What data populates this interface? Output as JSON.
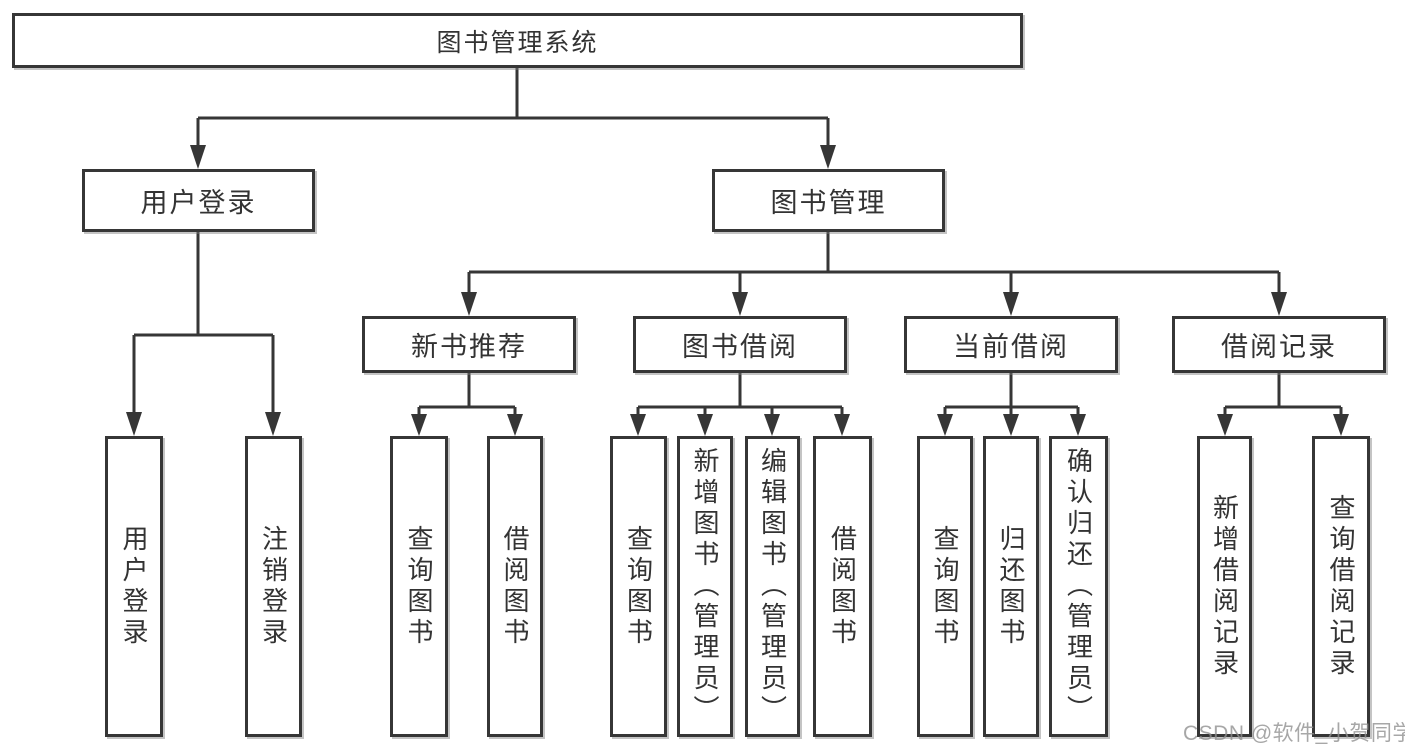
{
  "diagram_type": "hierarchy-tree",
  "root": {
    "label": "图书管理系统"
  },
  "branches": [
    {
      "label": "用户登录",
      "children": [
        {
          "label": "用户登录"
        },
        {
          "label": "注销登录"
        }
      ]
    },
    {
      "label": "图书管理",
      "children": [
        {
          "label": "新书推荐",
          "children": [
            {
              "label": "查询图书"
            },
            {
              "label": "借阅图书"
            }
          ]
        },
        {
          "label": "图书借阅",
          "children": [
            {
              "label": "查询图书"
            },
            {
              "label": "新增图书（管理员）"
            },
            {
              "label": "编辑图书（管理员）"
            },
            {
              "label": "借阅图书"
            }
          ]
        },
        {
          "label": "当前借阅",
          "children": [
            {
              "label": "查询图书"
            },
            {
              "label": "归还图书"
            },
            {
              "label": "确认归还（管理员）"
            }
          ]
        },
        {
          "label": "借阅记录",
          "children": [
            {
              "label": "新增借阅记录"
            },
            {
              "label": "查询借阅记录"
            }
          ]
        }
      ]
    }
  ],
  "watermark": "CSDN @软件_小贺同学",
  "colors": {
    "line": "#363636",
    "text": "#333333",
    "background": "#ffffff",
    "watermark": "#a8a8a8"
  }
}
